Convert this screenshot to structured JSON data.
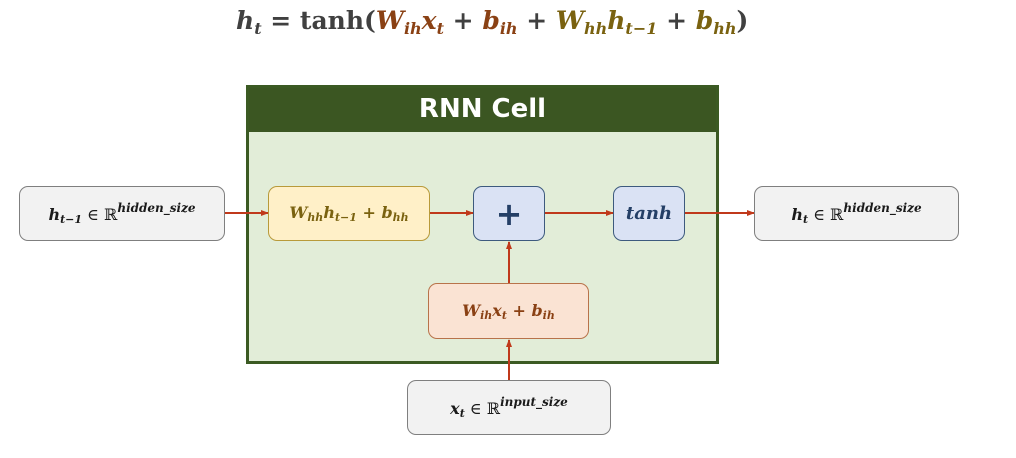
{
  "formula": {
    "lhs": "h",
    "lhs_sub": "t",
    "eq": " = tanh(",
    "w_ih": "W",
    "w_ih_sub": "ih",
    "x": "x",
    "x_sub": "t",
    "plus1": " + ",
    "b_ih": "b",
    "b_ih_sub": "ih",
    "plus2": " + ",
    "w_hh": "W",
    "w_hh_sub": "hh",
    "h_prev": "h",
    "h_prev_sub": "t−1",
    "plus3": " + ",
    "b_hh": "b",
    "b_hh_sub": "hh",
    "close": ")"
  },
  "cell": {
    "title": "RNN Cell"
  },
  "nodes": {
    "h_prev_input": {
      "var": "h",
      "sub": "t−1",
      "rel": " ∈ ",
      "set": "ℝ",
      "sup": "hidden_size"
    },
    "hh_transform": {
      "w": "W",
      "w_sub": "hh",
      "h": "h",
      "h_sub": "t−1",
      "plus": " + ",
      "b": "b",
      "b_sub": "hh"
    },
    "sum_op": {
      "symbol": "+"
    },
    "activation": {
      "label": "tanh"
    },
    "h_output": {
      "var": "h",
      "sub": "t",
      "rel": " ∈ ",
      "set": "ℝ",
      "sup": "hidden_size"
    },
    "ih_transform": {
      "w": "W",
      "w_sub": "ih",
      "x": "x",
      "x_sub": "t",
      "plus": " + ",
      "b": "b",
      "b_sub": "ih"
    },
    "x_input": {
      "var": "x",
      "sub": "t",
      "rel": " ∈ ",
      "set": "ℝ",
      "sup": "input_size"
    }
  },
  "colors": {
    "cell_header": "#3b5622",
    "cell_body": "#e2edd8",
    "arrow": "#c0391b",
    "ih": "#8a4114",
    "hh": "#7a6210",
    "op": "#243f66"
  }
}
